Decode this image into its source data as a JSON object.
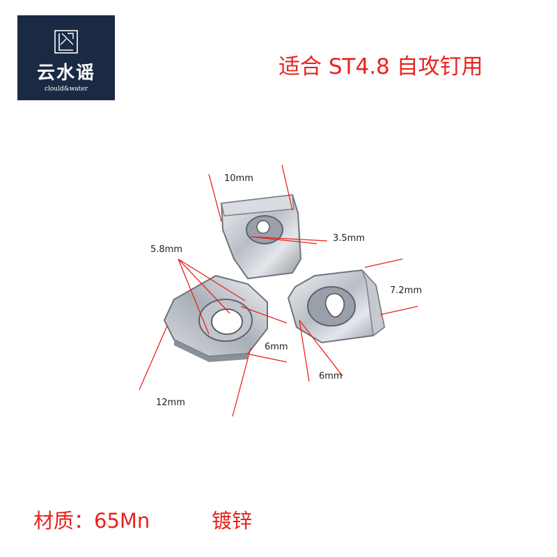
{
  "logo": {
    "name": "云水谣",
    "subtitle": "clould&water"
  },
  "headline": "适合 ST4.8 自攻钉用",
  "footer": {
    "material": "材质：65Mn",
    "finish": "镀锌"
  },
  "dimensions": {
    "top_width": "10mm",
    "top_hole": "3.5mm",
    "left_hole": "5.8mm",
    "right_width": "7.2mm",
    "left_thickness": "6mm",
    "right_thickness": "6mm",
    "left_length": "12mm"
  },
  "colors": {
    "accent": "#e8231f",
    "logo_bg": "#1b2a44",
    "metal": "#c9cdd3"
  }
}
